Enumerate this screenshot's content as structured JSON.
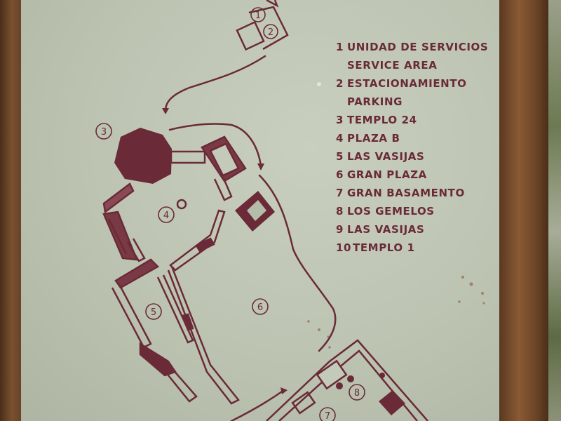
{
  "legend": [
    {
      "num": "1",
      "label": "UNIDAD DE SERVICIOS",
      "sub": "SERVICE AREA"
    },
    {
      "num": "2",
      "label": "ESTACIONAMIENTO",
      "sub": "PARKING"
    },
    {
      "num": "3",
      "label": "TEMPLO 24"
    },
    {
      "num": "4",
      "label": "PLAZA B"
    },
    {
      "num": "5",
      "label": "LAS VASIJAS"
    },
    {
      "num": "6",
      "label": "GRAN PLAZA"
    },
    {
      "num": "7",
      "label": "GRAN BASAMENTO"
    },
    {
      "num": "8",
      "label": "LOS GEMELOS"
    },
    {
      "num": "9",
      "label": "LAS VASIJAS"
    },
    {
      "num": "10",
      "label": "TEMPLO 1"
    }
  ],
  "map_markers": [
    "1",
    "2",
    "3",
    "4",
    "5",
    "6",
    "7",
    "8"
  ],
  "colors": {
    "ink": "#6a2a38",
    "board": "#c4cab9",
    "frame": "#6b4427"
  }
}
